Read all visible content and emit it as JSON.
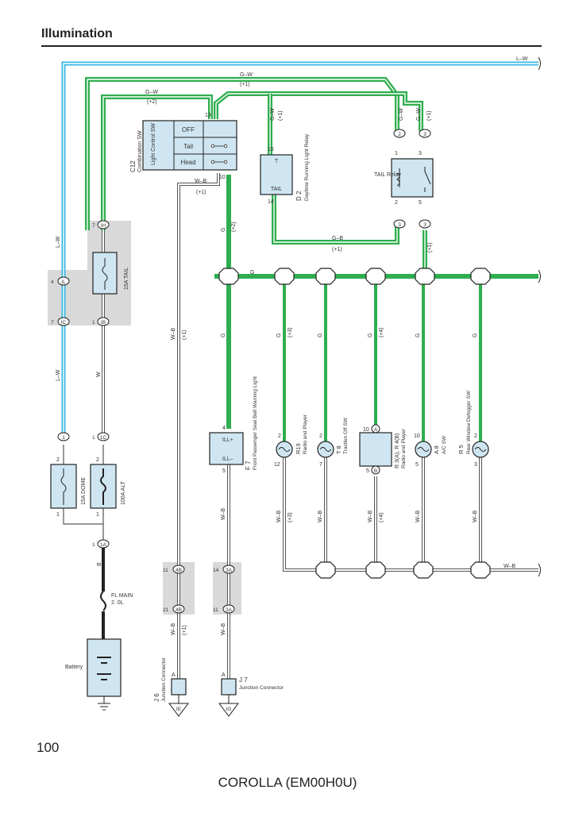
{
  "page": {
    "title": "Illumination",
    "page_number": "100",
    "footer": "COROLLA (EM00H0U)"
  },
  "colors": {
    "green_wire": "#2eae4e",
    "blue_wire": "#3bb9e3",
    "component_fill": "#cfe6f2",
    "junction_shade": "#d9d9d9"
  },
  "wires": {
    "lw_top": "L–W",
    "gw_top": "G–W",
    "gw_top_code": "(+1)",
    "gw_second": "G–W",
    "gw_second_code": "(+2)",
    "gw_relay_left": "G–W",
    "gw_relay_right": "G–W",
    "gw_relay_right_code": "(+1)",
    "gw_relay_center": "G–W",
    "gw_relay_center_code": "(+1)",
    "wb_switch": "W–B",
    "wb_switch_code": "(+1)",
    "g_switch": "G",
    "g_switch_code": "(+2)",
    "gb_relay": "G–B",
    "gb_relay_code": "(+1)",
    "g_relay_out_code": "(+1)",
    "g_bus": "G",
    "lw_left": "L–W",
    "lw_left2": "L–W",
    "w_alt": "W",
    "b_main": "B",
    "wb_j6": "W–B",
    "wb_j6_code": "(+1)",
    "wb_j6_lower": "W–B",
    "wb_j6_lower_code": "(+1)",
    "g_f7": "G",
    "wb_f7": "W–B",
    "wb_j7_lower": "W–B",
    "g_r19": "G",
    "g_r19_code": "(+3)",
    "g_t8": "G",
    "g_r3": "G",
    "g_r3_code": "(+4)",
    "g_a8": "G",
    "g_r5": "G",
    "wb_r19": "W–B",
    "wb_r19_code": "(+3)",
    "wb_t8": "W–B",
    "wb_r3": "W–B",
    "wb_r3_code": "(+4)",
    "wb_a8": "W–B",
    "wb_r5": "W–B",
    "wb_bus": "W–B"
  },
  "components": {
    "c12": {
      "code": "C12",
      "name": "Combination SW",
      "sub": "Light Control SW",
      "positions": [
        "OFF",
        "Tail",
        "Head"
      ],
      "pin_top": "13",
      "pin_bottom": "10"
    },
    "d2": {
      "code": "D 2",
      "name": "Daytime Running Light Relay",
      "terminal_top": "T",
      "terminal_bottom": "TAIL",
      "pin_top": "15",
      "pin_bottom": "14"
    },
    "tail_relay": {
      "name": "TAIL Relay",
      "pin_tl": "1",
      "pin_tr": "3",
      "pin_bl": "2",
      "pin_br": "5"
    },
    "fuse_tail": {
      "name": "15A TAIL",
      "pin_top": "7",
      "pin_bottom": "1"
    },
    "fuse_dome": {
      "name": "15A DOME",
      "pin_top": "2",
      "pin_bottom": "1"
    },
    "fuse_alt": {
      "name": "100A ALT",
      "pin_top": "2",
      "pin_bottom": "1"
    },
    "fl_main": {
      "name": "FL MAIN",
      "rating": "2. 0L"
    },
    "battery": {
      "name": "Battery"
    },
    "f7": {
      "code": "F 7",
      "name": "Front Passenger Seat Belt Warning Light",
      "term_top": "ILL+",
      "term_bottom": "ILL–",
      "pin_top": "4",
      "pin_bottom": "5"
    },
    "r19": {
      "code": "R19",
      "name": "Radio and Player",
      "pin_top": "2",
      "pin_bottom": "12"
    },
    "t8": {
      "code": "T 8",
      "name": "Traction Off SW",
      "pin_top": "2",
      "pin_bottom": "7"
    },
    "r3": {
      "code": "R 3(A), R 4(B)",
      "name": "Radio and Player",
      "pin_top": "10",
      "pin_bottom": "5",
      "conn_top": "A",
      "conn_bottom": "B"
    },
    "a8": {
      "code": "A 8",
      "name": "A/C SW",
      "pin_top": "10",
      "pin_bottom": "5"
    },
    "r5": {
      "code": "R 5",
      "name": "Rear Window Defogger SW",
      "pin_top": "2",
      "pin_bottom": "3"
    },
    "j6": {
      "code": "J 6",
      "name": "Junction Connector",
      "pin": "A",
      "ground": "IE"
    },
    "j7": {
      "code": "J 7",
      "name": "Junction Connector",
      "pin": "A",
      "ground": "IG"
    }
  },
  "connectors": {
    "ih": {
      "code": "IH",
      "pin": "7"
    },
    "il": {
      "code": "IL",
      "pin": "4"
    },
    "ic_mid": {
      "code": "IC",
      "pin": "7"
    },
    "ib": {
      "code": "IB",
      "pin": "1"
    },
    "c1a": {
      "code": "1",
      "pin": ""
    },
    "c1c": {
      "code": "1C",
      "pin": "1"
    },
    "c1a_bat": {
      "code": "1A",
      "pin": "1"
    },
    "c4b_top": {
      "code": "4B",
      "pin": "11"
    },
    "c4b_bot": {
      "code": "4B",
      "pin": "21"
    },
    "c3a_top": {
      "code": "3A",
      "pin": "14"
    },
    "c3a_bot": {
      "code": "3A",
      "pin": "11"
    },
    "relay_c2": {
      "code": "2",
      "pin": "1"
    },
    "relay_c3": {
      "code": "3",
      "pin": "3"
    },
    "relay_c3b": {
      "code": "3",
      "pin": "2"
    },
    "relay_c3c": {
      "code": "3",
      "pin": "5"
    }
  }
}
